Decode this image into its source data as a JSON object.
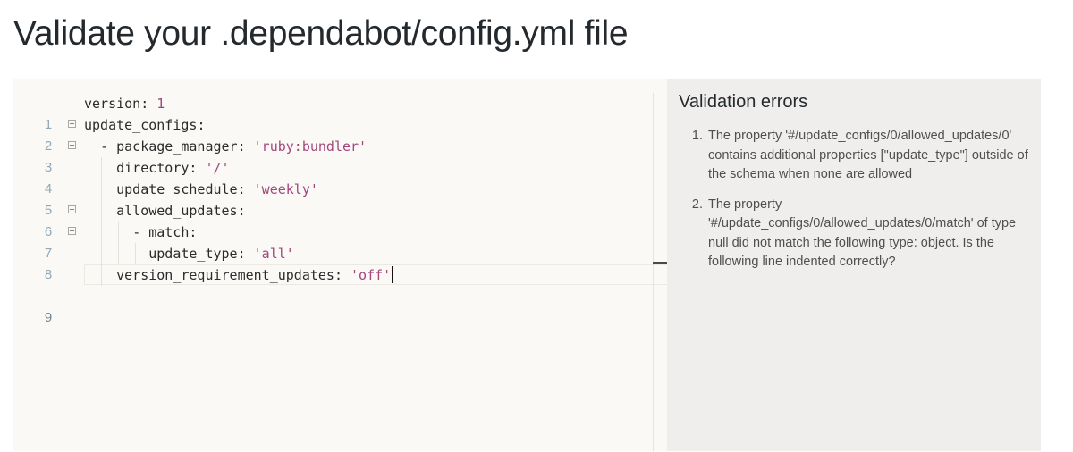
{
  "page": {
    "title": "Validate your .dependabot/config.yml file"
  },
  "editor": {
    "lines": [
      {
        "number": "1",
        "foldable": false,
        "indent": 0,
        "key": "version",
        "sep": ": ",
        "value": "1",
        "value_type": "num"
      },
      {
        "number": "2",
        "foldable": true,
        "indent": 0,
        "key": "update_configs",
        "sep": ":",
        "value": "",
        "value_type": ""
      },
      {
        "number": "3",
        "foldable": true,
        "indent": 1,
        "prefix": "- ",
        "key": "package_manager",
        "sep": ": ",
        "value": "'ruby:bundler'",
        "value_type": "str"
      },
      {
        "number": "4",
        "foldable": false,
        "indent": 2,
        "key": "directory",
        "sep": ": ",
        "value": "'/'",
        "value_type": "str"
      },
      {
        "number": "5",
        "foldable": false,
        "indent": 2,
        "key": "update_schedule",
        "sep": ": ",
        "value": "'weekly'",
        "value_type": "str"
      },
      {
        "number": "6",
        "foldable": true,
        "indent": 2,
        "key": "allowed_updates",
        "sep": ":",
        "value": "",
        "value_type": ""
      },
      {
        "number": "7",
        "foldable": true,
        "indent": 3,
        "prefix": "- ",
        "key": "match",
        "sep": ":",
        "value": "",
        "value_type": ""
      },
      {
        "number": "8",
        "foldable": false,
        "indent": 4,
        "key": "update_type",
        "sep": ": ",
        "value": "'all'",
        "value_type": "str"
      },
      {
        "number": "9",
        "foldable": false,
        "indent": 2,
        "key": "version_requirement_updates",
        "sep": ": ",
        "value": "'off'",
        "value_type": "str",
        "active": true
      }
    ],
    "colors": {
      "background": "#faf9f6",
      "string": "#a2477e",
      "line_number": "#8fa9b8"
    }
  },
  "errors": {
    "title": "Validation errors",
    "items": [
      {
        "index": "1",
        "text": "The property '#/update_configs/0/allowed_updates/0' contains additional properties [\"update_type\"] outside of the schema when none are allowed"
      },
      {
        "index": "2",
        "text": "The property '#/update_configs/0/allowed_updates/0/match' of type null did not match the following type: object. Is the following line indented correctly?"
      }
    ]
  }
}
